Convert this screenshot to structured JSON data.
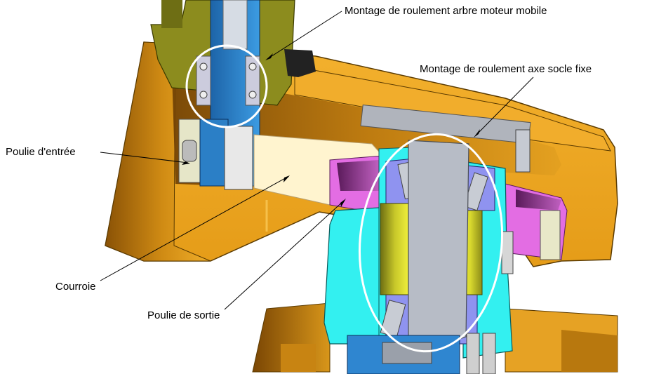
{
  "labels": {
    "motor_shaft_bearing": "Montage de roulement arbre moteur mobile",
    "base_axis_bearing": "Montage de roulement axe socle fixe",
    "input_pulley": "Poulie d'entrée",
    "belt": "Courroie",
    "output_pulley": "Poulie de sortie"
  },
  "colors": {
    "housing": "#e8a21e",
    "housing_dark": "#9a6208",
    "motor_flange": "#8a8a1c",
    "motor_shaft": "#2f86d0",
    "belt": "#fff4cf",
    "output_pulley": "#e36de3",
    "bearing_housing": "#33f0f0",
    "shaft": "#b7bcc6",
    "rollers": "#e6ea33",
    "bearing_races": "#8f93f0",
    "highlight_circle": "#ffffff",
    "leader_line": "#000000"
  }
}
